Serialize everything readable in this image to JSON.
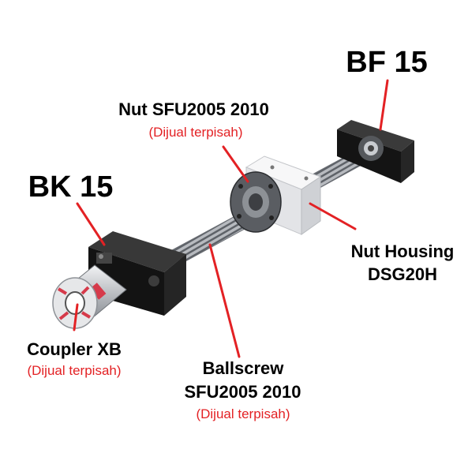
{
  "labels": {
    "bf15": "BF 15",
    "bk15": "BK 15",
    "nut_title": "Nut SFU2005 2010",
    "nut_sub": "(Dijual terpisah)",
    "housing_line1": "Nut Housing",
    "housing_line2": "DSG20H",
    "coupler_title": "Coupler XB",
    "coupler_sub": "(Dijual terpisah)",
    "ballscrew_line1": "Ballscrew",
    "ballscrew_line2": "SFU2005 2010",
    "ballscrew_sub": "(Dijual terpisah)"
  },
  "colors": {
    "leader": "#e32124",
    "block": "#1a1a1a",
    "housing": "#ecedef",
    "coupler": "#d63a4a",
    "shaft": "#a9adb2"
  }
}
